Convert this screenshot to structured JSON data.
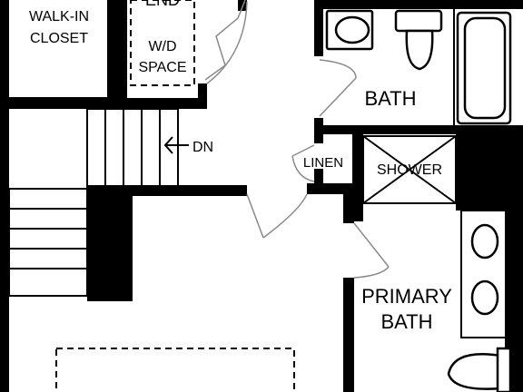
{
  "rooms": {
    "walk_in_closet": [
      "WALK-IN",
      "CLOSET"
    ],
    "bend_partial": "END",
    "wd_space": [
      "W/D",
      "SPACE"
    ],
    "bath": "BATH",
    "linen": "LINEN",
    "shower": "SHOWER",
    "primary_bath": [
      "PRIMARY",
      "BATH"
    ]
  },
  "stairs": {
    "direction_label": "DN"
  },
  "colors": {
    "wall": "#000000",
    "door_swing": "#8a8a8a",
    "background": "#ffffff"
  }
}
